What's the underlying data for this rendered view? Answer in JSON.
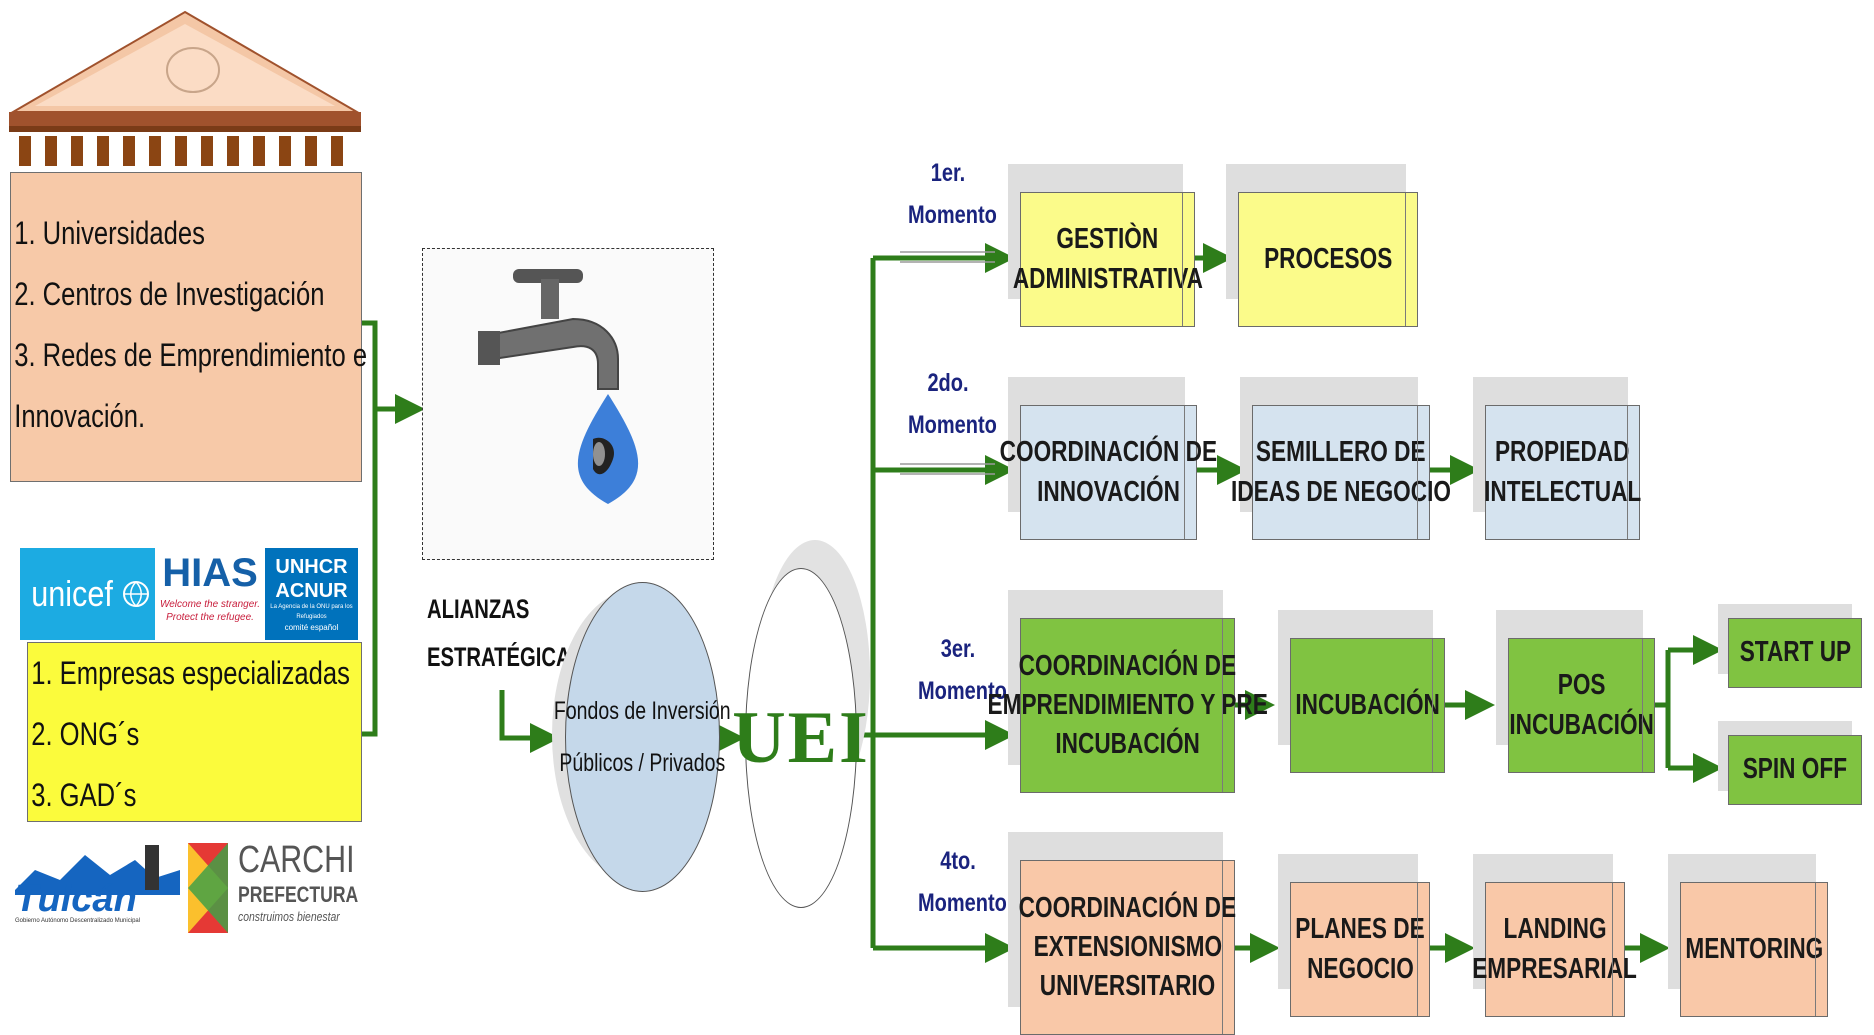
{
  "institutions": {
    "items": [
      "1. Universidades",
      "2. Centros de Investigación",
      "3. Redes de Emprendimiento e",
      "Innovación."
    ]
  },
  "partners": {
    "items": [
      "1. Empresas especializadas",
      "2. ONG´s",
      "3. GAD´s"
    ]
  },
  "logos": {
    "unicef": "unicef",
    "hias": "HIAS",
    "hias_tagline_1": "Welcome the stranger.",
    "hias_tagline_2": "Protect the refugee.",
    "unhcr_1": "UNHCR",
    "unhcr_2": "ACNUR",
    "unhcr_small": "La Agencia de la ONU para los Refugiados",
    "unhcr_comite": "comité español",
    "tulcan": "Tulcán",
    "tulcan_sub": "Gobierno Autónomo Descentralizado Municipal",
    "carchi": "CARCHI",
    "prefectura": "PREFECTURA",
    "carchi_tagline": "construimos bienestar"
  },
  "alliances": {
    "label_1": "ALIANZAS",
    "label_2": "ESTRATÉGICAS"
  },
  "funds": {
    "line_1": "Fondos de Inversión",
    "line_2": "Públicos / Privados"
  },
  "uei": {
    "label": "UEI"
  },
  "moments": [
    {
      "line_1": "1er.",
      "line_2": "Momento",
      "steps": [
        [
          "GESTIÒN",
          "ADMINISTRATIVA"
        ],
        [
          "PROCESOS"
        ]
      ]
    },
    {
      "line_1": "2do.",
      "line_2": "Momento",
      "steps": [
        [
          "COORDINACIÓN DE",
          "INNOVACIÓN"
        ],
        [
          "SEMILLERO DE",
          "IDEAS DE NEGOCIO"
        ],
        [
          "PROPIEDAD",
          "INTELECTUAL"
        ]
      ]
    },
    {
      "line_1": "3er.",
      "line_2": "Momento",
      "steps": [
        [
          "COORDINACIÓN DE",
          "EMPRENDIMIENTO Y PRE",
          "INCUBACIÓN"
        ],
        [
          "INCUBACIÓN"
        ],
        [
          "POS",
          "INCUBACIÓN"
        ]
      ],
      "outcomes": [
        "START UP",
        "SPIN OFF"
      ]
    },
    {
      "line_1": "4to.",
      "line_2": "Momento",
      "steps": [
        [
          "COORDINACIÓN DE",
          "EXTENSIONISMO",
          "UNIVERSITARIO"
        ],
        [
          "PLANES DE",
          "NEGOCIO"
        ],
        [
          "LANDING",
          "EMPRESARIAL"
        ],
        [
          "MENTORING"
        ]
      ]
    }
  ],
  "colors": {
    "connector": "#2e7d1a",
    "yellow": "#fbfb8a",
    "blue": "#d5e3ef",
    "green": "#80c341",
    "peach": "#f9c8a8",
    "moment_text": "#1a237e"
  }
}
